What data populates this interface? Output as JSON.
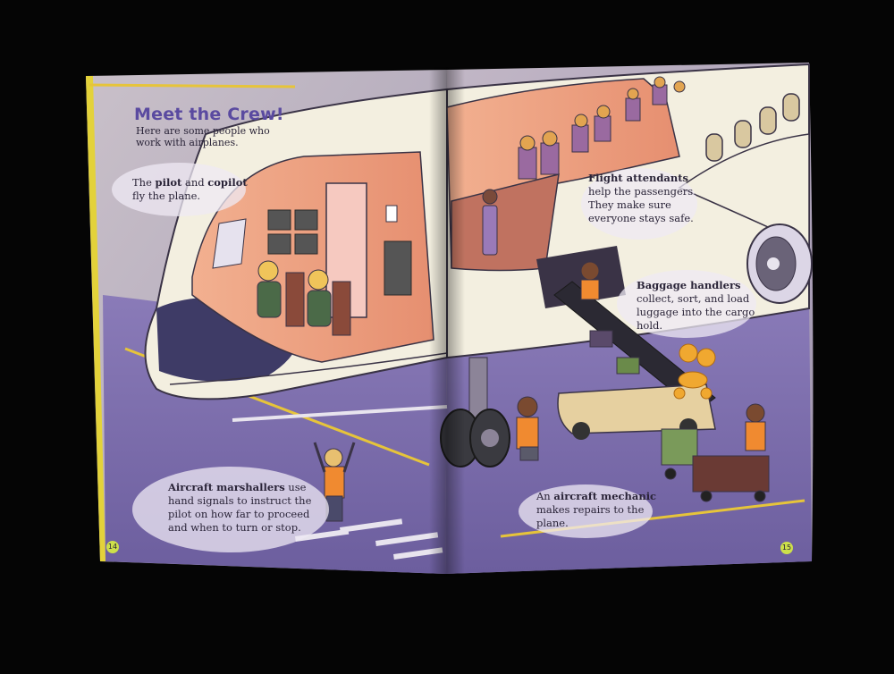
{
  "title": "Meet the Crew!",
  "subtitle": "Here are some people who work with airplanes.",
  "captions": {
    "pilot": {
      "pre": "The ",
      "b1": "pilot",
      "mid": " and ",
      "b2": "copilot",
      "post": " fly the plane."
    },
    "attendants": {
      "bold": "Flight attendants",
      "line1": "help the passengers.",
      "line2": "They make sure",
      "line3": "everyone stays safe."
    },
    "baggage": {
      "bold": "Baggage handlers",
      "line1": "collect, sort, and load",
      "line2": "luggage into the cargo",
      "line3": "hold."
    },
    "marshallers": {
      "bold": "Aircraft marshallers",
      "l1rest": " use",
      "line2": "hand signals to instruct the",
      "line3": "pilot on how far to proceed",
      "line4": "and when to turn or stop."
    },
    "mechanic": {
      "pre": "An ",
      "bold": "aircraft mechanic",
      "line2": "makes repairs to the",
      "line3": "plane."
    }
  },
  "page_numbers": {
    "left": "14",
    "right": "15"
  },
  "colors": {
    "tarmac": "#7a6aa8",
    "fuselage": "#f3efe0",
    "title": "#5a4aa0",
    "accent_yellow": "#e6c43a"
  }
}
